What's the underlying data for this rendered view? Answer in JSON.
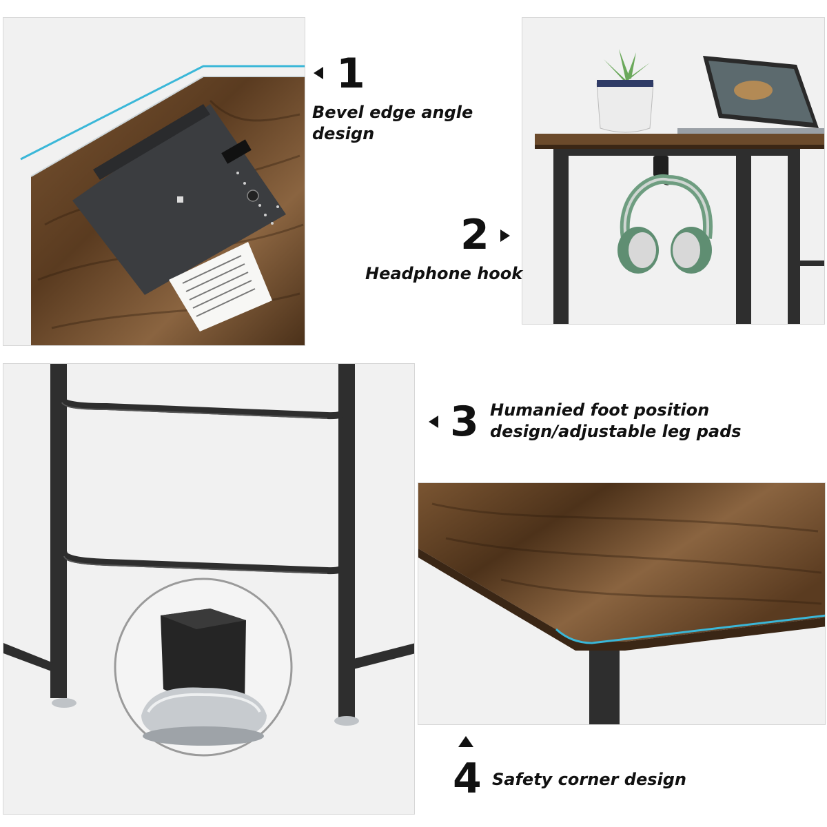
{
  "features": [
    {
      "number": "1",
      "caption_lines": [
        "Bevel edge angle",
        "design"
      ]
    },
    {
      "number": "2",
      "caption_lines": [
        "Headphone hook"
      ]
    },
    {
      "number": "3",
      "caption_lines": [
        "Humanied foot position",
        "design/adjustable leg pads"
      ]
    },
    {
      "number": "4",
      "caption_lines": [
        "Safety corner design"
      ]
    }
  ],
  "colors": {
    "wood": "#6b4a2b",
    "wood_dark": "#3a2615",
    "frame": "#2e2e2e",
    "edge_highlight": "#3ab7d8",
    "printer": "#3b3d40"
  },
  "icons": [
    "printer-icon",
    "headphones-icon",
    "plant-icon",
    "laptop-icon",
    "leg-pad-icon"
  ]
}
